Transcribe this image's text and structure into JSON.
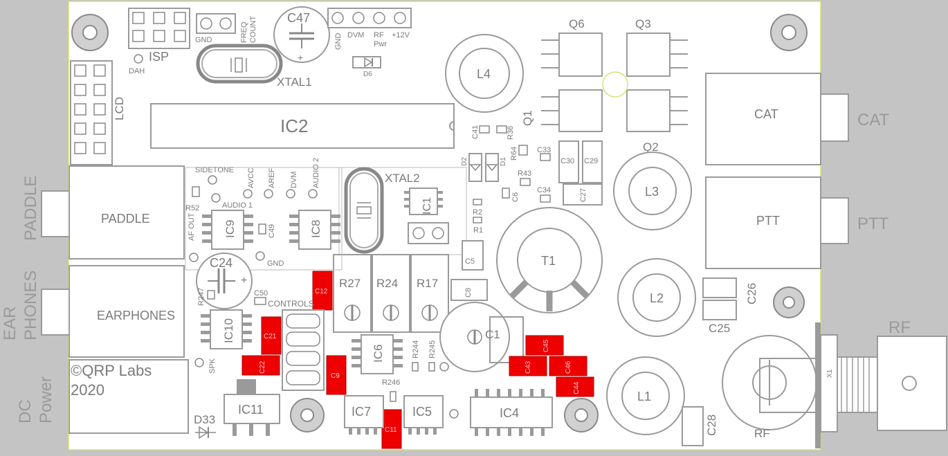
{
  "board": {
    "copyright": "©QRP Labs",
    "year": "2020",
    "colors": {
      "board": "#ffffff",
      "background": "#c4c4c4",
      "silk": "#9a9a9a",
      "highlight": "#ee0000"
    }
  },
  "external_labels": {
    "paddle": "PADDLE",
    "ear": "EAR",
    "phones": "PHONES",
    "dc": "DC",
    "power": "Power",
    "cat": "CAT",
    "ptt": "PTT",
    "rf": "RF"
  },
  "connectors": {
    "paddle": "PADDLE",
    "earphones": "EARPHONES",
    "cat": "CAT",
    "ptt": "PTT",
    "rf": "RF",
    "x1": "X1"
  },
  "headers": {
    "isp": "ISP",
    "dah": "DAH",
    "lcd": "LCD",
    "gnd": "GND",
    "freq": "FREQ",
    "count": "COUNT",
    "gnd2": "GND",
    "dvm": "DVM",
    "rf": "RF",
    "pwr": "Pwr",
    "v12": "+12V",
    "controls": "CONTROLS"
  },
  "testpoints": {
    "sidetone": "SIDETONE",
    "audio1": "AUDIO 1",
    "avcc": "AVCC",
    "aref": "AREF",
    "dvm": "DVM",
    "audio2": "AUDIO 2",
    "afout": "AF OUT",
    "gnd": "GND",
    "spk": "SPK"
  },
  "components": {
    "ic2": "IC2",
    "ic1": "IC1",
    "ic4": "IC4",
    "ic5": "IC5",
    "ic6": "IC6",
    "ic7": "IC7",
    "ic8": "IC8",
    "ic9": "IC9",
    "ic10": "IC10",
    "ic11": "IC11",
    "xtal1": "XTAL1",
    "xtal2": "XTAL2",
    "c47": "C47",
    "c24": "C24",
    "c1": "C1",
    "l1": "L1",
    "l2": "L2",
    "l3": "L3",
    "l4": "L4",
    "t1": "T1",
    "q1": "Q1",
    "q2": "Q2",
    "q3": "Q3",
    "q6": "Q6",
    "r27": "R27",
    "r24": "R24",
    "r17": "R17",
    "d6": "D6",
    "d33": "D33",
    "d1": "D1",
    "d2": "D2",
    "c41": "C41",
    "r36": "R36",
    "r64": "R64",
    "c33": "C33",
    "c30": "C30",
    "c29": "C29",
    "r43": "R43",
    "c6": "C6",
    "c34": "C34",
    "c27": "C27",
    "r2": "R2",
    "r1": "R1",
    "c5": "C5",
    "c8": "C8",
    "c26": "C26",
    "c25": "C25",
    "c28": "C28",
    "r52": "R52",
    "c49": "C49",
    "c50": "C50",
    "r247": "R247",
    "r244": "R244",
    "r245": "R245",
    "r246": "R246",
    "c12": "C12",
    "c21": "C21",
    "c22": "C22",
    "c9": "C9",
    "c11": "C11",
    "c45": "C45",
    "c43": "C43",
    "c46": "C46",
    "c44": "C44"
  }
}
